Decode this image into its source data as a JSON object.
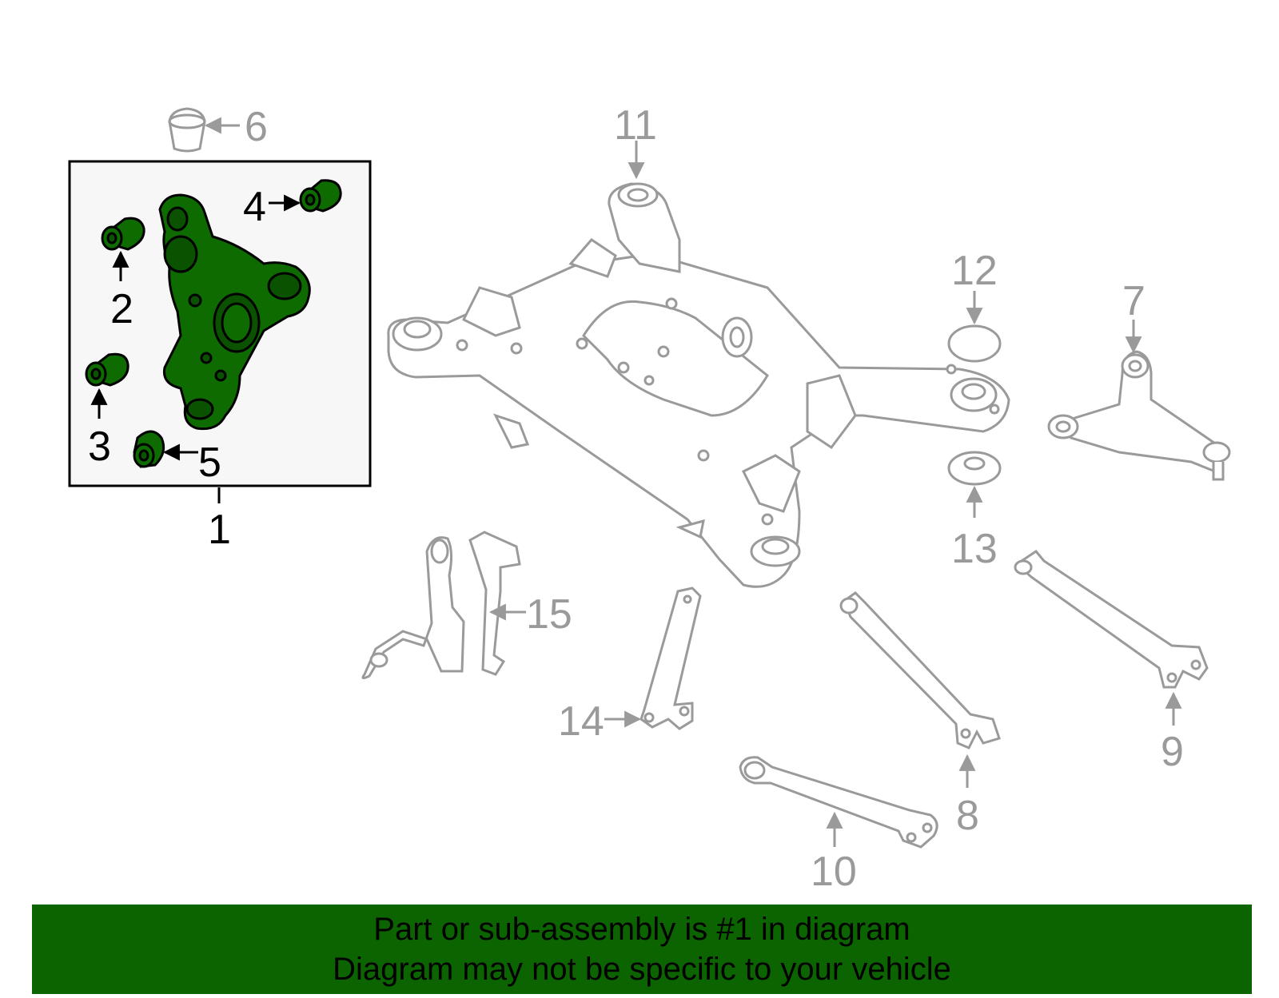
{
  "callouts": {
    "c1": "1",
    "c2": "2",
    "c3": "3",
    "c4": "4",
    "c5": "5",
    "c6": "6",
    "c7": "7",
    "c8": "8",
    "c9": "9",
    "c10": "10",
    "c11": "11",
    "c12": "12",
    "c13": "13",
    "c14": "14",
    "c15": "15"
  },
  "colors": {
    "highlight_part": "#0d6b00",
    "banner_background": "#0c6400",
    "line_art": "#9a9a9a",
    "inset_background": "#f7f7f7"
  },
  "banner": {
    "line1": "Part or sub-assembly is #1 in diagram",
    "line2": "Diagram may not be specific to your vehicle"
  }
}
